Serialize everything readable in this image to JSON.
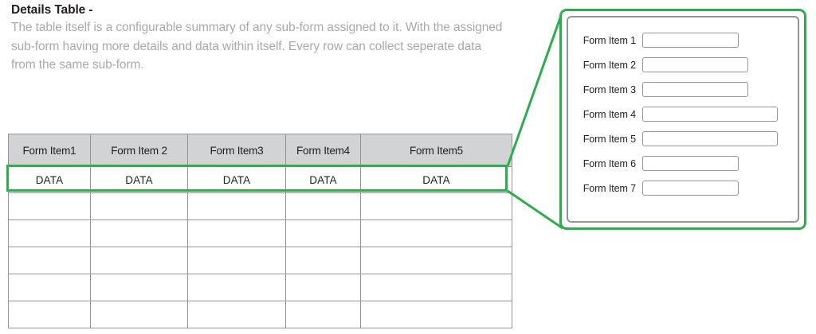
{
  "description": {
    "title": "Details Table -",
    "body": "The table itself is a configurable summary of any sub-form assigned to it. With the assigned sub-form having more details and data within itself. Every row can collect seperate data from the same sub-form."
  },
  "summary_table": {
    "columns": [
      "Form Item1",
      "Form Item 2",
      "Form Item3",
      "Form Item4",
      "Form Item5"
    ],
    "rows": [
      {
        "highlighted": true,
        "cells": [
          "DATA",
          "DATA",
          "DATA",
          "DATA",
          "DATA"
        ]
      },
      {
        "highlighted": false,
        "cells": [
          "",
          "",
          "",
          "",
          ""
        ]
      },
      {
        "highlighted": false,
        "cells": [
          "",
          "",
          "",
          "",
          ""
        ]
      },
      {
        "highlighted": false,
        "cells": [
          "",
          "",
          "",
          "",
          ""
        ]
      },
      {
        "highlighted": false,
        "cells": [
          "",
          "",
          "",
          "",
          ""
        ]
      },
      {
        "highlighted": false,
        "cells": [
          "",
          "",
          "",
          "",
          ""
        ]
      }
    ]
  },
  "detail_panel": {
    "fields": [
      {
        "label": "Form Item 1",
        "value": "",
        "input_width": 121
      },
      {
        "label": "Form Item 2",
        "value": "",
        "input_width": 133
      },
      {
        "label": "Form Item 3",
        "value": "",
        "input_width": 133
      },
      {
        "label": "Form Item 4",
        "value": "",
        "input_width": 170
      },
      {
        "label": "Form Item 5",
        "value": "",
        "input_width": 170
      },
      {
        "label": "Form Item 6",
        "value": "",
        "input_width": 121
      },
      {
        "label": "Form Item 7",
        "value": "",
        "input_width": 121
      }
    ]
  },
  "colors": {
    "callout_green": "#2dad4b",
    "header_fill": "#d1d3d4",
    "border_gray": "#939598",
    "title_text": "#231f20",
    "body_text": "#a7a9ac"
  }
}
